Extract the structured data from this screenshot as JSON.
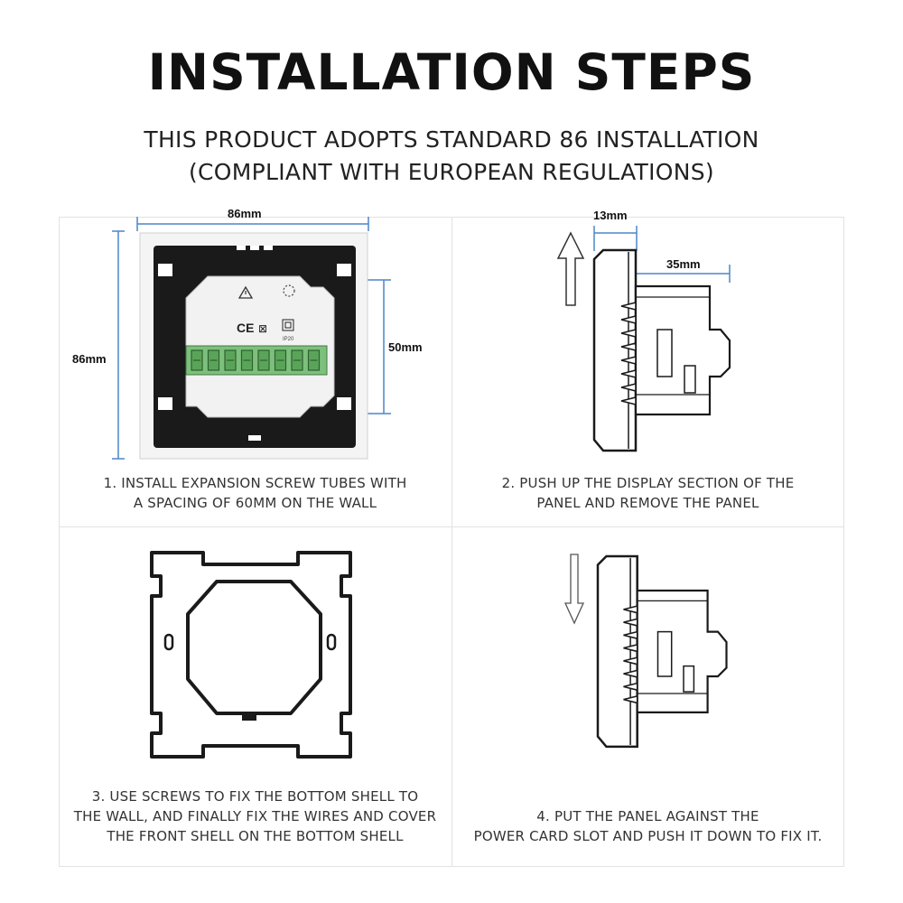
{
  "header": {
    "title": "INSTALLATION STEPS",
    "subtitle_line1": "THIS PRODUCT ADOPTS STANDARD 86 INSTALLATION",
    "subtitle_line2": "(COMPLIANT WITH EUROPEAN REGULATIONS)"
  },
  "steps": [
    {
      "caption_line1": "1. INSTALL EXPANSION SCREW TUBES WITH",
      "caption_line2": "A SPACING OF 60MM ON THE WALL",
      "dims": {
        "width": "86mm",
        "height": "86mm",
        "inner": "50mm"
      },
      "markings": {
        "ce": "CE",
        "ip": "IP20"
      }
    },
    {
      "caption_line1": "2. PUSH UP THE DISPLAY SECTION OF THE",
      "caption_line2": "PANEL AND REMOVE THE PANEL",
      "dims": {
        "thickness": "13mm",
        "depth": "35mm"
      }
    },
    {
      "caption_line1": "3. USE SCREWS TO FIX THE BOTTOM SHELL TO",
      "caption_line2": "THE WALL, AND FINALLY FIX THE WIRES AND COVER",
      "caption_line3": "THE FRONT SHELL ON THE BOTTOM SHELL"
    },
    {
      "caption_line1": "4. PUT THE PANEL AGAINST THE",
      "caption_line2": "POWER CARD SLOT AND PUSH IT DOWN TO FIX IT."
    }
  ],
  "colors": {
    "dimension_line": "#4a86c8",
    "device_body": "#1a1a1a",
    "terminal": "#6fb56f",
    "grid_border": "#e2e2e2"
  }
}
